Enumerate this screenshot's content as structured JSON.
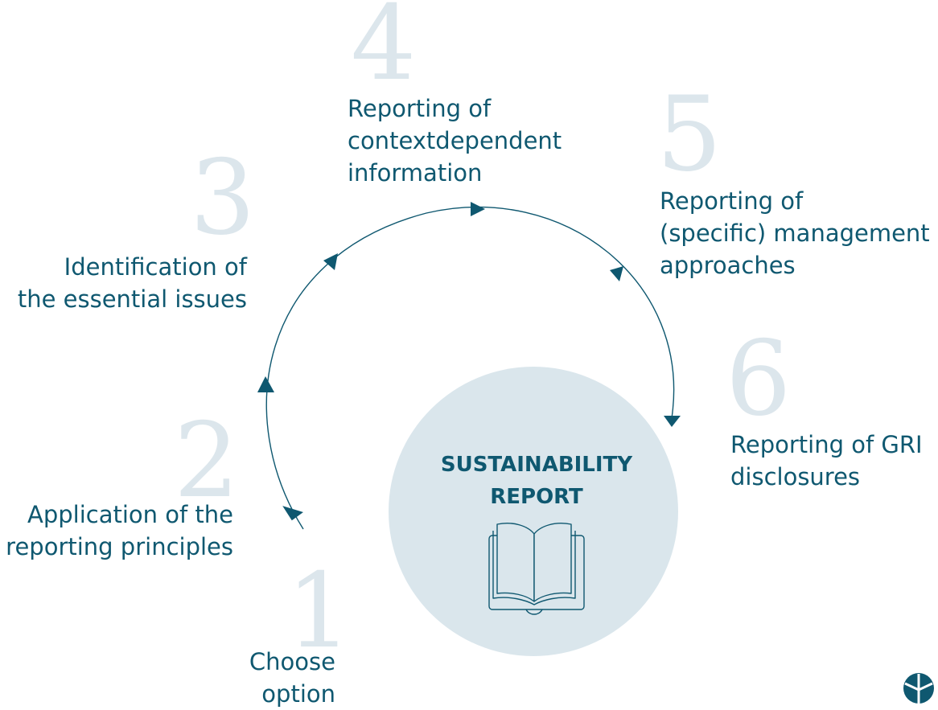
{
  "steps": [
    {
      "number": "1",
      "lines": [
        "Choose",
        "option"
      ]
    },
    {
      "number": "2",
      "lines": [
        "Application of the",
        "reporting principles"
      ]
    },
    {
      "number": "3",
      "lines": [
        "Identification of",
        "the essential issues"
      ]
    },
    {
      "number": "4",
      "lines": [
        "Reporting of",
        "contextdependent",
        "information"
      ]
    },
    {
      "number": "5",
      "lines": [
        "Reporting of",
        "(specific) management",
        "approaches"
      ]
    },
    {
      "number": "6",
      "lines": [
        "Reporting of GRI",
        "disclosures"
      ]
    }
  ],
  "center": {
    "title_lines": [
      "SUSTAINABILITY",
      "REPORT"
    ],
    "icon": "open-book-icon"
  },
  "logo": {
    "icon": "brand-logo-icon"
  },
  "colors": {
    "text": "#0f5870",
    "number": "#dce6ec",
    "circle": "#dae6ec",
    "arrow": "#0f5870"
  }
}
